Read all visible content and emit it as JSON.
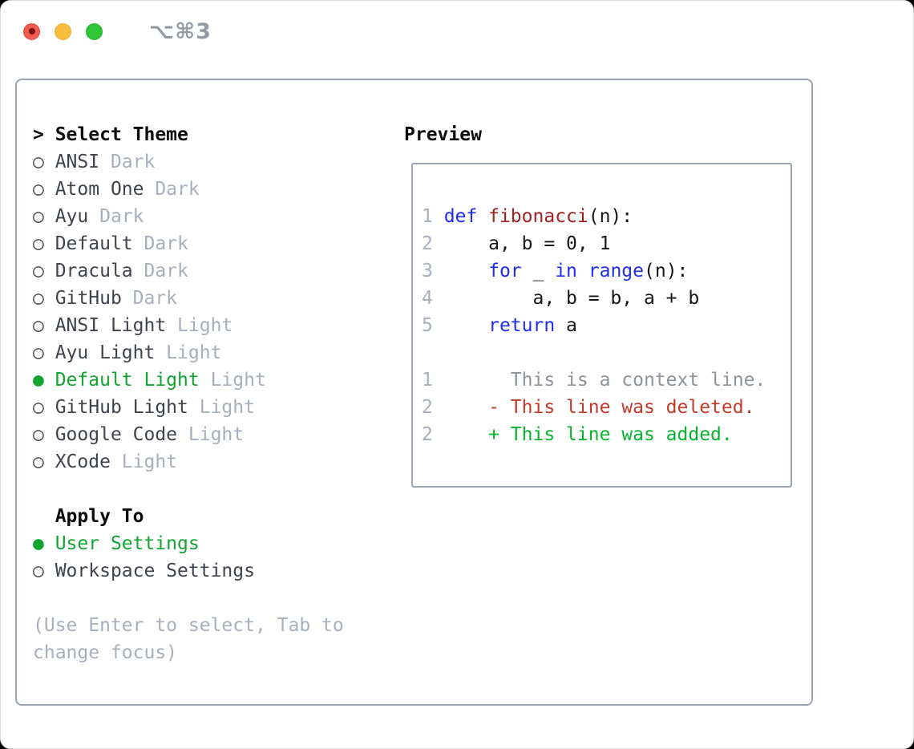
{
  "window": {
    "title": "⌥⌘3"
  },
  "theme_list": {
    "header": "Select Theme",
    "cursor": ">",
    "radio_selected": "●",
    "radio_unselected": "○",
    "items": [
      {
        "name": "ANSI",
        "tag": "Dark",
        "selected": false
      },
      {
        "name": "Atom One",
        "tag": "Dark",
        "selected": false
      },
      {
        "name": "Ayu",
        "tag": "Dark",
        "selected": false
      },
      {
        "name": "Default",
        "tag": "Dark",
        "selected": false
      },
      {
        "name": "Dracula",
        "tag": "Dark",
        "selected": false
      },
      {
        "name": "GitHub",
        "tag": "Dark",
        "selected": false
      },
      {
        "name": "ANSI Light",
        "tag": "Light",
        "selected": false
      },
      {
        "name": "Ayu Light",
        "tag": "Light",
        "selected": false
      },
      {
        "name": "Default Light",
        "tag": "Light",
        "selected": true
      },
      {
        "name": "GitHub Light",
        "tag": "Light",
        "selected": false
      },
      {
        "name": "Google Code",
        "tag": "Light",
        "selected": false
      },
      {
        "name": "XCode",
        "tag": "Light",
        "selected": false
      }
    ]
  },
  "apply_to": {
    "header": "Apply To",
    "options": [
      {
        "label": "User Settings",
        "selected": true
      },
      {
        "label": "Workspace Settings",
        "selected": false
      }
    ]
  },
  "help_lines": [
    "(Use Enter to select, Tab to",
    "change focus)"
  ],
  "preview": {
    "header": "Preview",
    "lines": [
      [
        {
          "s": "1 ",
          "c": "num"
        },
        {
          "s": "def",
          "c": "kw"
        },
        {
          "s": " ",
          "c": "txt"
        },
        {
          "s": "fibonacci",
          "c": "fn"
        },
        {
          "s": "(n):",
          "c": "txt"
        }
      ],
      [
        {
          "s": "2",
          "c": "num"
        },
        {
          "s": "     a, b = 0, 1",
          "c": "txt"
        }
      ],
      [
        {
          "s": "3",
          "c": "num"
        },
        {
          "s": "     ",
          "c": "txt"
        },
        {
          "s": "for",
          "c": "kw"
        },
        {
          "s": " _ ",
          "c": "txt"
        },
        {
          "s": "in",
          "c": "kw"
        },
        {
          "s": " ",
          "c": "txt"
        },
        {
          "s": "range",
          "c": "kw"
        },
        {
          "s": "(n):",
          "c": "txt"
        }
      ],
      [
        {
          "s": "4",
          "c": "num"
        },
        {
          "s": "         a, b = b, a + b",
          "c": "txt"
        }
      ],
      [
        {
          "s": "5",
          "c": "num"
        },
        {
          "s": "     ",
          "c": "txt"
        },
        {
          "s": "return",
          "c": "kw"
        },
        {
          "s": " a",
          "c": "txt"
        }
      ],
      [],
      [
        {
          "s": "1",
          "c": "num"
        },
        {
          "s": "       This is a context line.",
          "c": "ctx"
        }
      ],
      [
        {
          "s": "2",
          "c": "num"
        },
        {
          "s": "     ",
          "c": "txt"
        },
        {
          "s": "- This line was deleted.",
          "c": "del"
        }
      ],
      [
        {
          "s": "2",
          "c": "num"
        },
        {
          "s": "     ",
          "c": "txt"
        },
        {
          "s": "+ This line was added.",
          "c": "add"
        }
      ]
    ]
  },
  "colors": {
    "accent_green": "#11a52f",
    "diff_added_green": "#06b52b",
    "diff_deleted_red": "#c23a28",
    "keyword_blue": "#1e2bf5",
    "function_red": "#a31e1e",
    "code_text": "#151617",
    "context_gray": "#8d939b",
    "muted_gray": "#a7afbc",
    "label_dark": "#3e434c",
    "header_black": "#0b0c0d",
    "panel_border": "#9ba4b0",
    "titlebar_text": "#939aa1",
    "traffic_red": "#f15b51",
    "traffic_red_dot": "#7d150c",
    "traffic_yellow": "#f8bd3c",
    "traffic_green": "#2fc537"
  }
}
